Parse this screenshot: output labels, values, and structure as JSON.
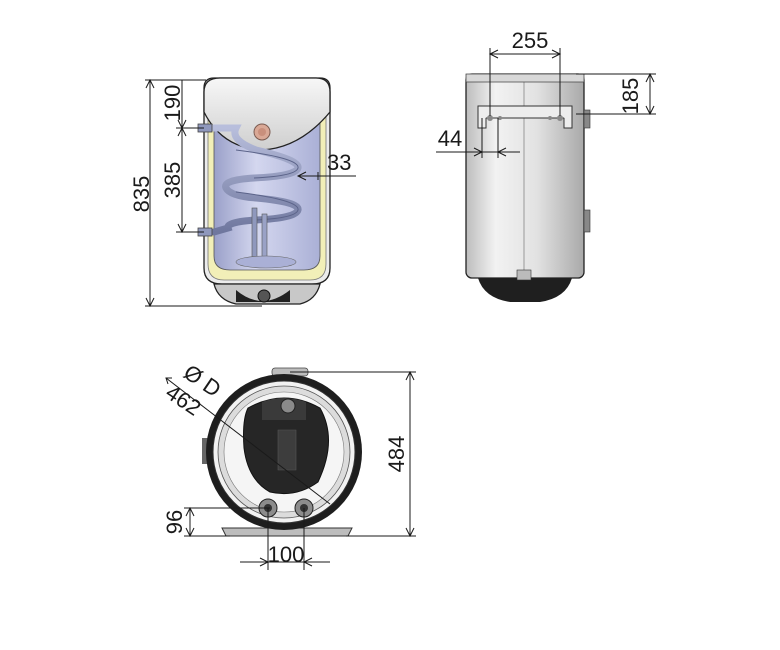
{
  "views": {
    "front_section": {
      "dims": {
        "total_height": "835",
        "top_offset": "190",
        "coil_spacing": "385",
        "insulation": "33"
      }
    },
    "rear": {
      "dims": {
        "bracket_width": "255",
        "bracket_height": "185",
        "hook_spacing": "44"
      }
    },
    "bottom": {
      "dims": {
        "diameter_symbol": "Ø D",
        "diameter": "462",
        "depth": "484",
        "pipe_height": "96",
        "pipe_spacing": "100"
      }
    }
  },
  "colors": {
    "tank_inner": "#c7cbe6",
    "insulation": "#f2efb8",
    "shell": "#e6e6e6",
    "coil": "#8f98bd",
    "dark": "#1e1e1e",
    "line": "#1a1a1a"
  }
}
